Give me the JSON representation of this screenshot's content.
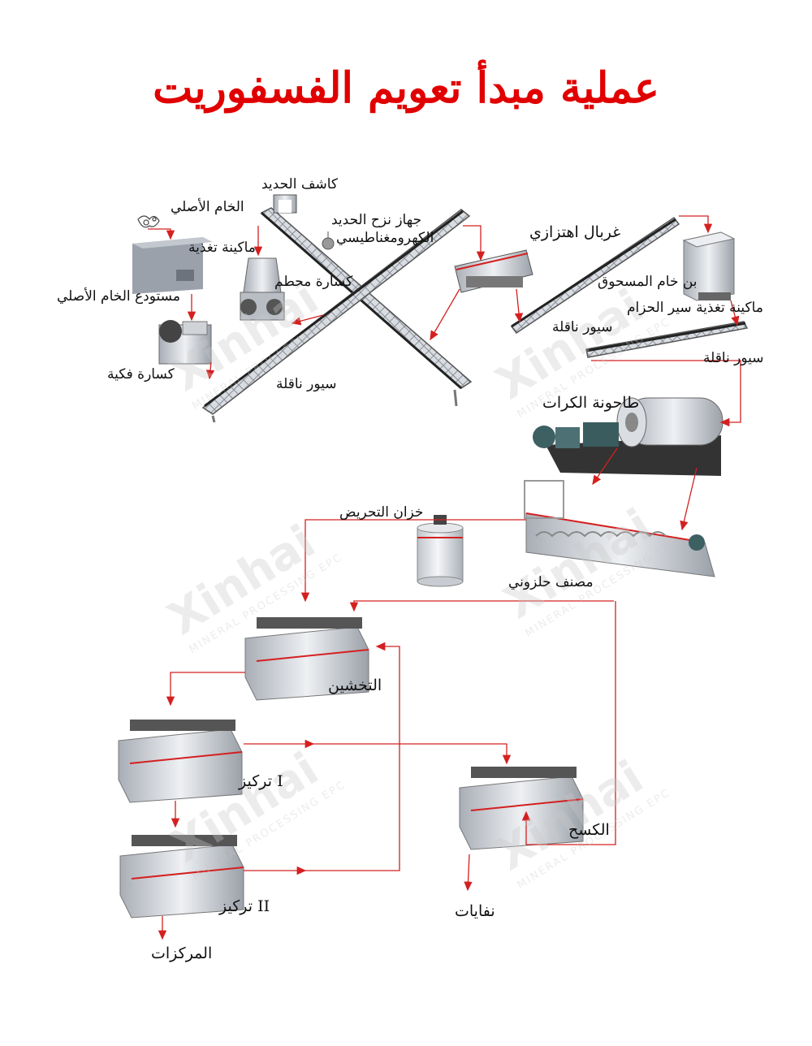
{
  "title": "عملية مبدأ تعويم الفسفوريت",
  "labels": {
    "raw_ore": "الخام الأصلي",
    "iron_detector": "كاشف الحديد",
    "electromagnetic_iron_remover_1": "جهاز نزح الحديد",
    "electromagnetic_iron_remover_2": "الكهرومغناطيسي",
    "feeder": "ماكينة تغذية",
    "raw_ore_bin": "مستودع الخام الأصلي",
    "cone_crusher": "كسارة محطم",
    "jaw_crusher": "كسارة فكية",
    "belt_conveyor_1": "سيور ناقلة",
    "vibrating_screen": "غربال اهتزازي",
    "crushed_ore_bin": "بن خام المسحوق",
    "belt_feeder": "ماكينة تغذية سير الحزام",
    "belt_conveyor_2": "سيور ناقلة",
    "belt_conveyor_3": "سيور ناقلة",
    "ball_mill": "طاحونة الكرات",
    "agitation_tank": "خزان التحريض",
    "spiral_classifier": "مصنف حلزوني",
    "roughing": "التخشين",
    "cleaning_1": "I تركيز",
    "cleaning_2": "II تركيز",
    "scavenging": "الكسح",
    "tailings": "نفايات",
    "concentrate": "المركزات"
  },
  "watermark": {
    "brand": "Xinhai",
    "sub": "MINERAL PROCESSING EPC"
  },
  "colors": {
    "title": "#e00000",
    "arrow": "#d42020",
    "machine": "#c8ccd2",
    "accent": "#d42020"
  }
}
